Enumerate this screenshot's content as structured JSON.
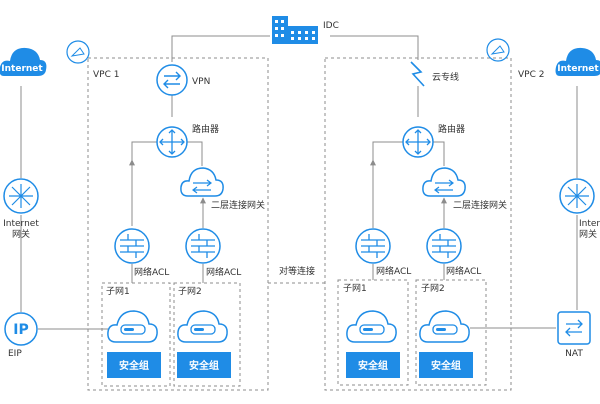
{
  "labels": {
    "idc": "IDC",
    "vpc1": "VPC 1",
    "vpc2": "VPC 2",
    "internet_left": "Internet",
    "internet_right": "Internet",
    "vpn": "VPN",
    "router_left": "路由器",
    "router_right": "路由器",
    "l2gw_left": "二层连接网关",
    "l2gw_right": "二层连接网关",
    "acl1": "网络ACL",
    "acl2": "网络ACL",
    "acl3": "网络ACL",
    "acl4": "网络ACL",
    "subnet1": "子网1",
    "subnet2": "子网2",
    "subnet3": "子网1",
    "subnet4": "子网2",
    "sg1": "安全组",
    "sg2": "安全组",
    "sg3": "安全组",
    "sg4": "安全组",
    "peering": "对等连接",
    "cloud_line": "云专线",
    "internet_gw_left_1": "Internet",
    "internet_gw_left_2": "网关",
    "internet_gw_right_1": "Internet",
    "internet_gw_right_2": "网关",
    "eip": "EIP",
    "eip_glyph": "IP",
    "nat": "NAT"
  },
  "colors": {
    "primary": "#1f8ce6",
    "sg_box": "#1f8ce6",
    "line": "#8c8c8c",
    "dash": "#8c8c8c"
  }
}
